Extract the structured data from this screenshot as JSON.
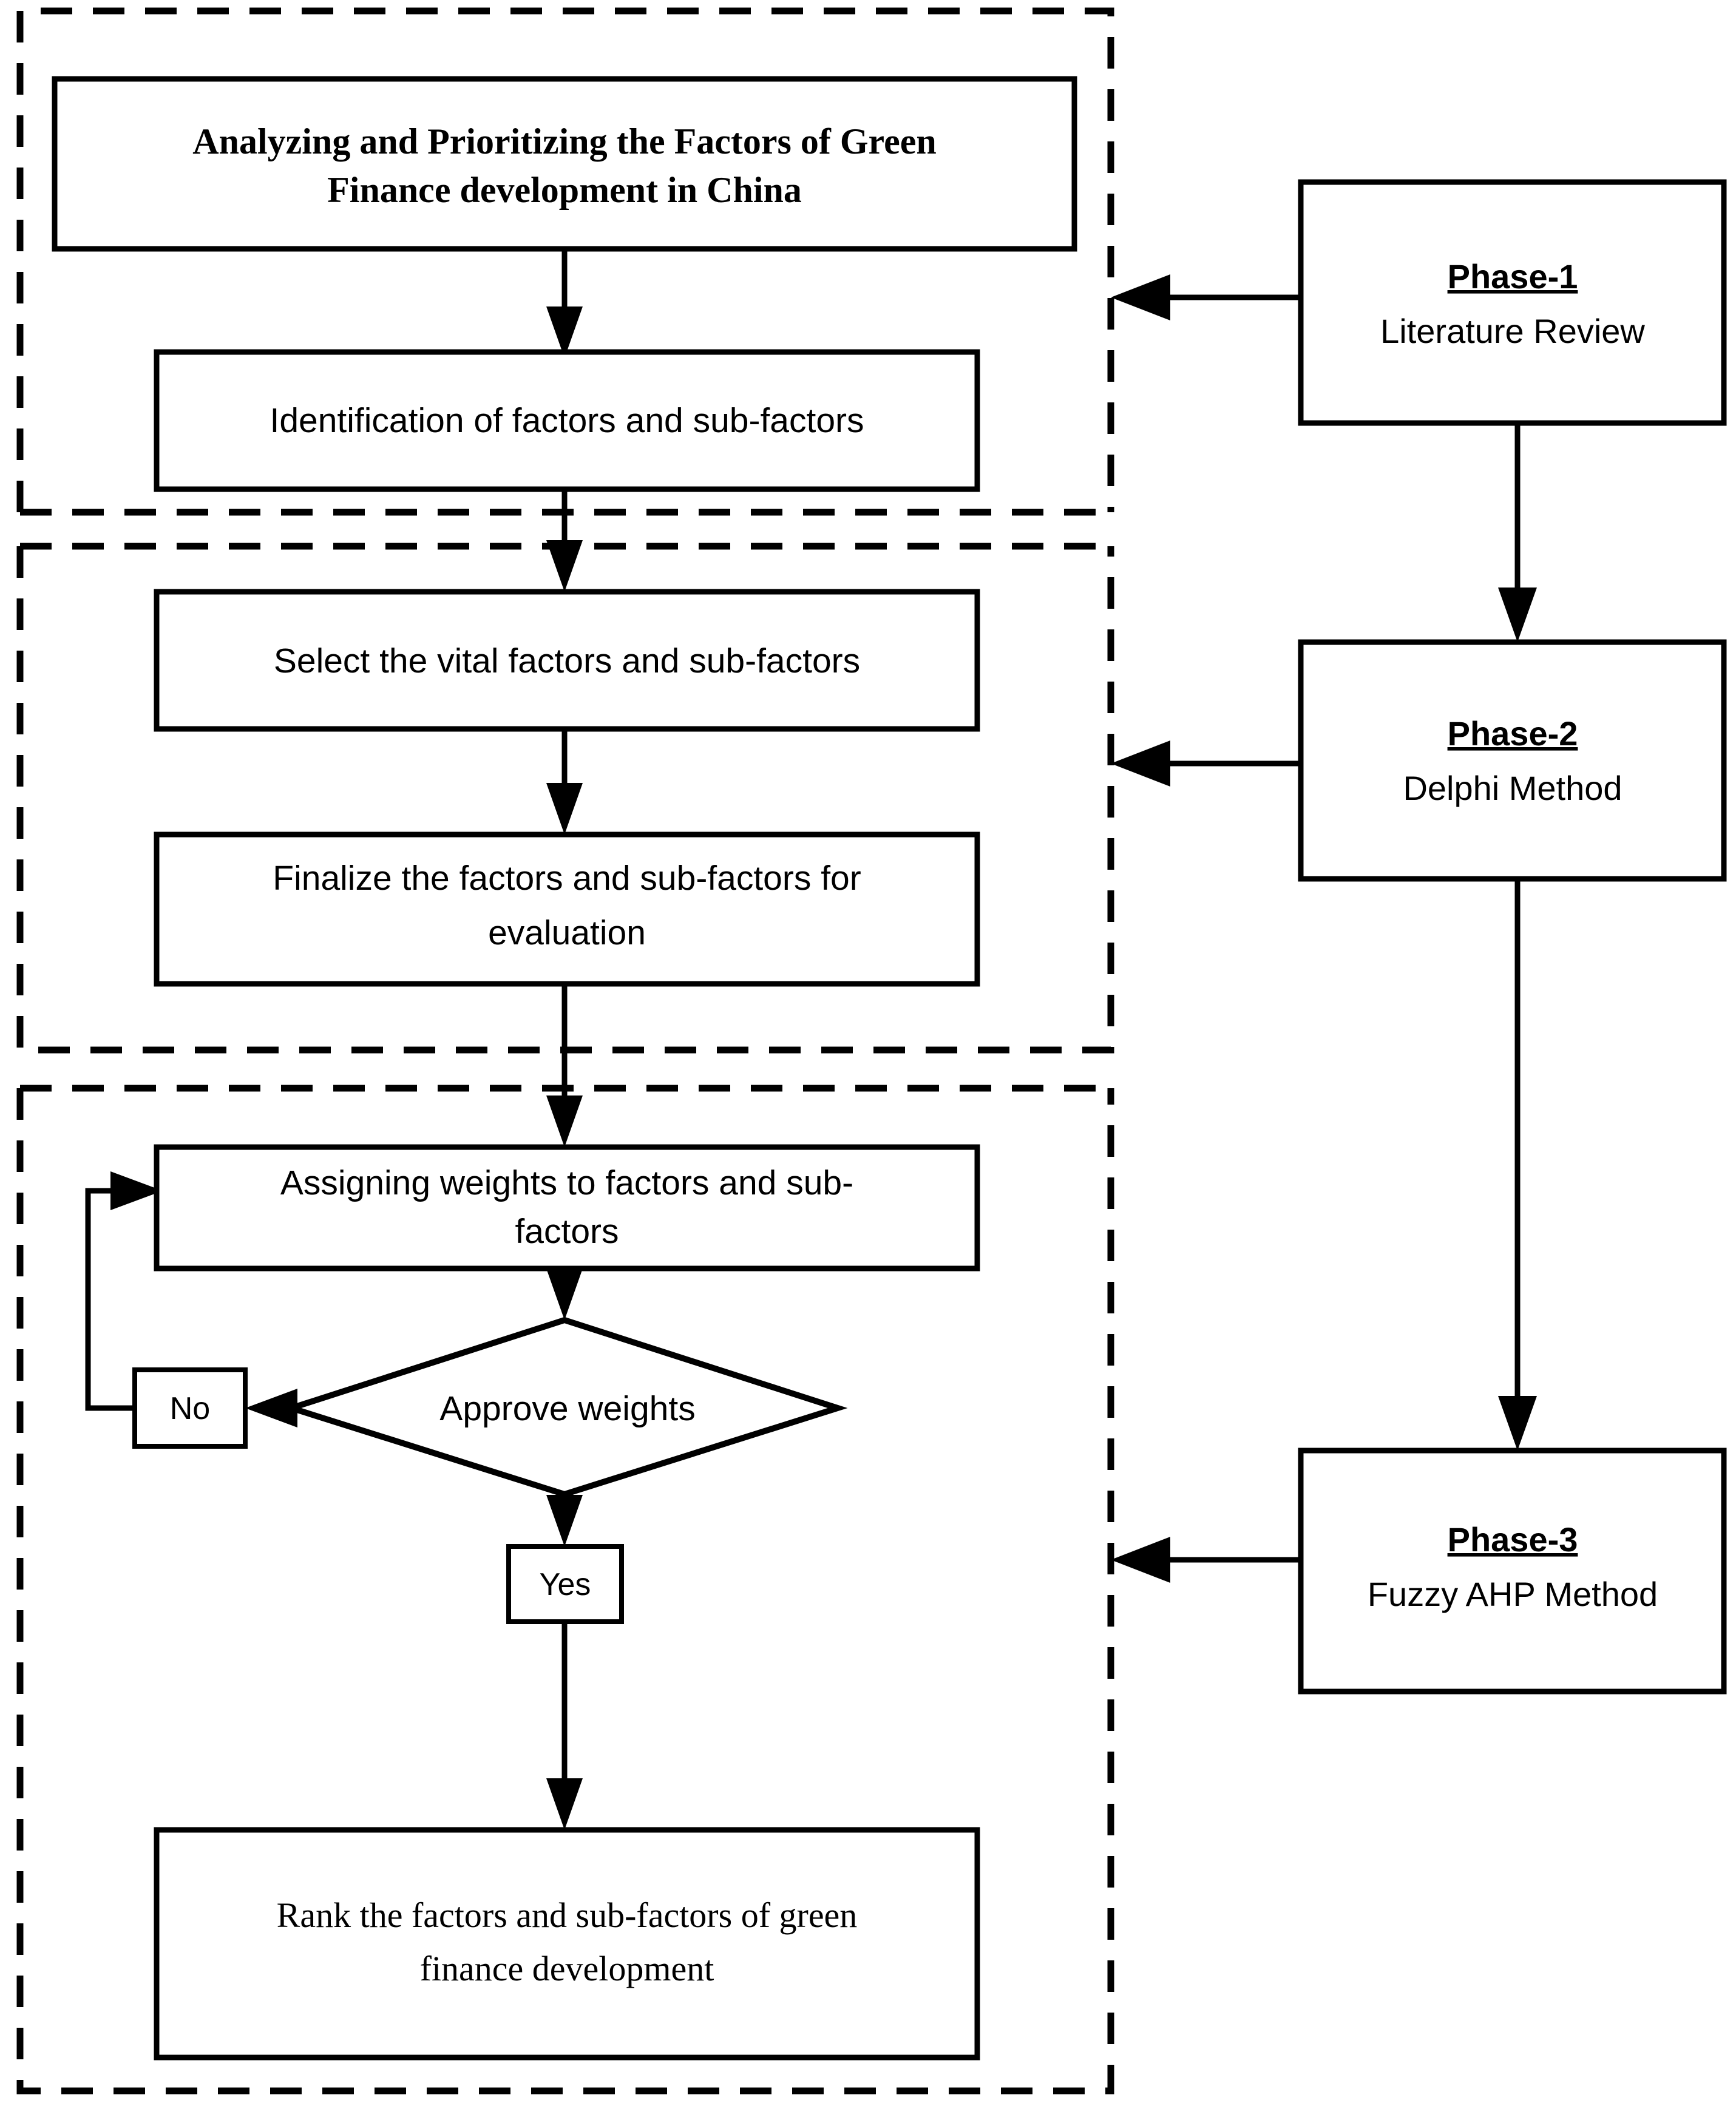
{
  "diagram": {
    "type": "flowchart",
    "title": "Research framework flowchart for analyzing and prioritizing green finance factors",
    "background_color": "#ffffff",
    "line_color": "#000000"
  },
  "panels": [
    {
      "id": "panel-1",
      "name": "phase-1-panel"
    },
    {
      "id": "panel-2",
      "name": "phase-2-panel"
    },
    {
      "id": "panel-3",
      "name": "phase-3-panel"
    }
  ],
  "nodes": {
    "title_box": {
      "line1": "Analyzing and Prioritizing the Factors of Green",
      "line2": "Finance development in China"
    },
    "identification_box": {
      "line1": "Identification of factors and sub-factors"
    },
    "select_box": {
      "line1": "Select the vital factors and sub-factors"
    },
    "finalize_box": {
      "line1": "Finalize the factors and sub-factors for",
      "line2": "evaluation"
    },
    "assign_box": {
      "line1": "Assigning weights to factors and sub-",
      "line2": "factors"
    },
    "decision": {
      "label": "Approve weights"
    },
    "no_box": {
      "label": "No"
    },
    "yes_box": {
      "label": "Yes"
    },
    "rank_box": {
      "line1": "Rank the factors and sub-factors of green",
      "line2": "finance development"
    }
  },
  "phases": [
    {
      "id": "phase-1",
      "title": "Phase-1",
      "subtitle": "Literature Review"
    },
    {
      "id": "phase-2",
      "title": "Phase-2",
      "subtitle": "Delphi Method"
    },
    {
      "id": "phase-3",
      "title": "Phase-3",
      "subtitle": "Fuzzy AHP Method"
    }
  ],
  "edges": [
    {
      "from": "title_box",
      "to": "identification_box",
      "label": ""
    },
    {
      "from": "identification_box",
      "to": "select_box",
      "label": ""
    },
    {
      "from": "select_box",
      "to": "finalize_box",
      "label": ""
    },
    {
      "from": "finalize_box",
      "to": "assign_box",
      "label": ""
    },
    {
      "from": "assign_box",
      "to": "decision",
      "label": ""
    },
    {
      "from": "decision",
      "to": "no_box",
      "label": "No"
    },
    {
      "from": "no_box",
      "to": "assign_box",
      "label": ""
    },
    {
      "from": "decision",
      "to": "yes_box",
      "label": "Yes"
    },
    {
      "from": "yes_box",
      "to": "rank_box",
      "label": ""
    },
    {
      "from": "phase-1",
      "to": "panel-1",
      "label": ""
    },
    {
      "from": "phase-1",
      "to": "phase-2",
      "label": ""
    },
    {
      "from": "phase-2",
      "to": "panel-2",
      "label": ""
    },
    {
      "from": "phase-2",
      "to": "phase-3",
      "label": ""
    },
    {
      "from": "phase-3",
      "to": "panel-3",
      "label": ""
    }
  ]
}
